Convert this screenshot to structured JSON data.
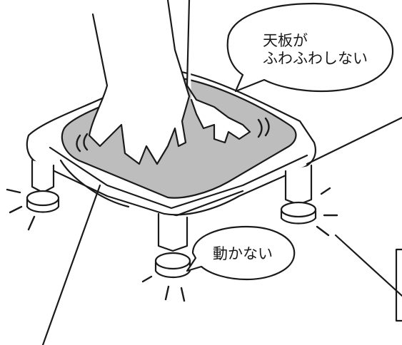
{
  "bubble_top": {
    "line1": "天板が",
    "line2": "ふわふわしない"
  },
  "bubble_bottom": {
    "text": "動かない"
  },
  "icons": [
    "stool-illustration",
    "hands-icon",
    "speech-bubble",
    "motion-lines"
  ],
  "colors": {
    "line": "#1a1a1a",
    "top_panel": "#bdbdbd",
    "body": "#ffffff"
  }
}
